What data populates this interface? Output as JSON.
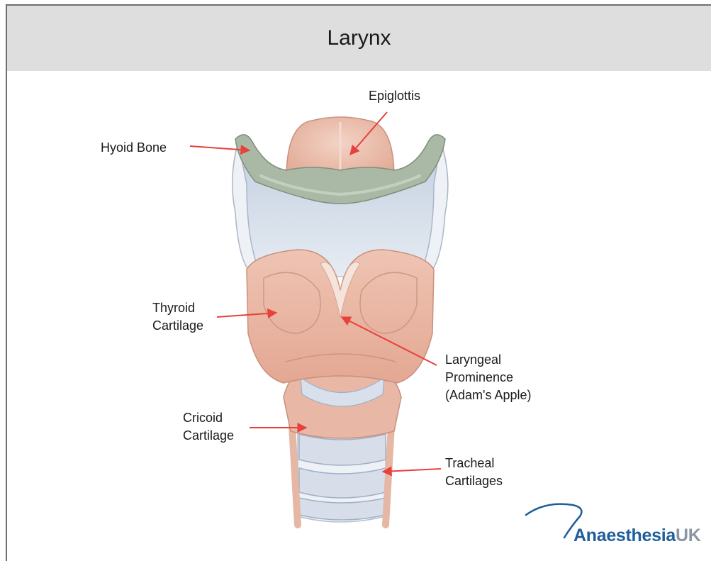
{
  "header": {
    "title": "Larynx"
  },
  "labels": {
    "epiglottis": "Epiglottis",
    "hyoid_bone": "Hyoid Bone",
    "thyroid_line1": "Thyroid",
    "thyroid_line2": "Cartilage",
    "laryngeal_line1": "Laryngeal",
    "laryngeal_line2": "Prominence",
    "laryngeal_line3": "(Adam's Apple)",
    "cricoid_line1": "Cricoid",
    "cricoid_line2": "Cartilage",
    "tracheal_line1": "Tracheal",
    "tracheal_line2": "Cartilages"
  },
  "logo": {
    "part1": "Anaesthesia",
    "part2": "UK"
  },
  "colors": {
    "arrow": "#e8403a",
    "cartilage_pink": "#e9b4a2",
    "hyoid_green": "#a7b5a3",
    "membrane_blue": "#d4dde9",
    "ring_blue": "#d2dbe8",
    "logo_blue": "#1f5e9c",
    "logo_grey": "#8a96a3"
  }
}
